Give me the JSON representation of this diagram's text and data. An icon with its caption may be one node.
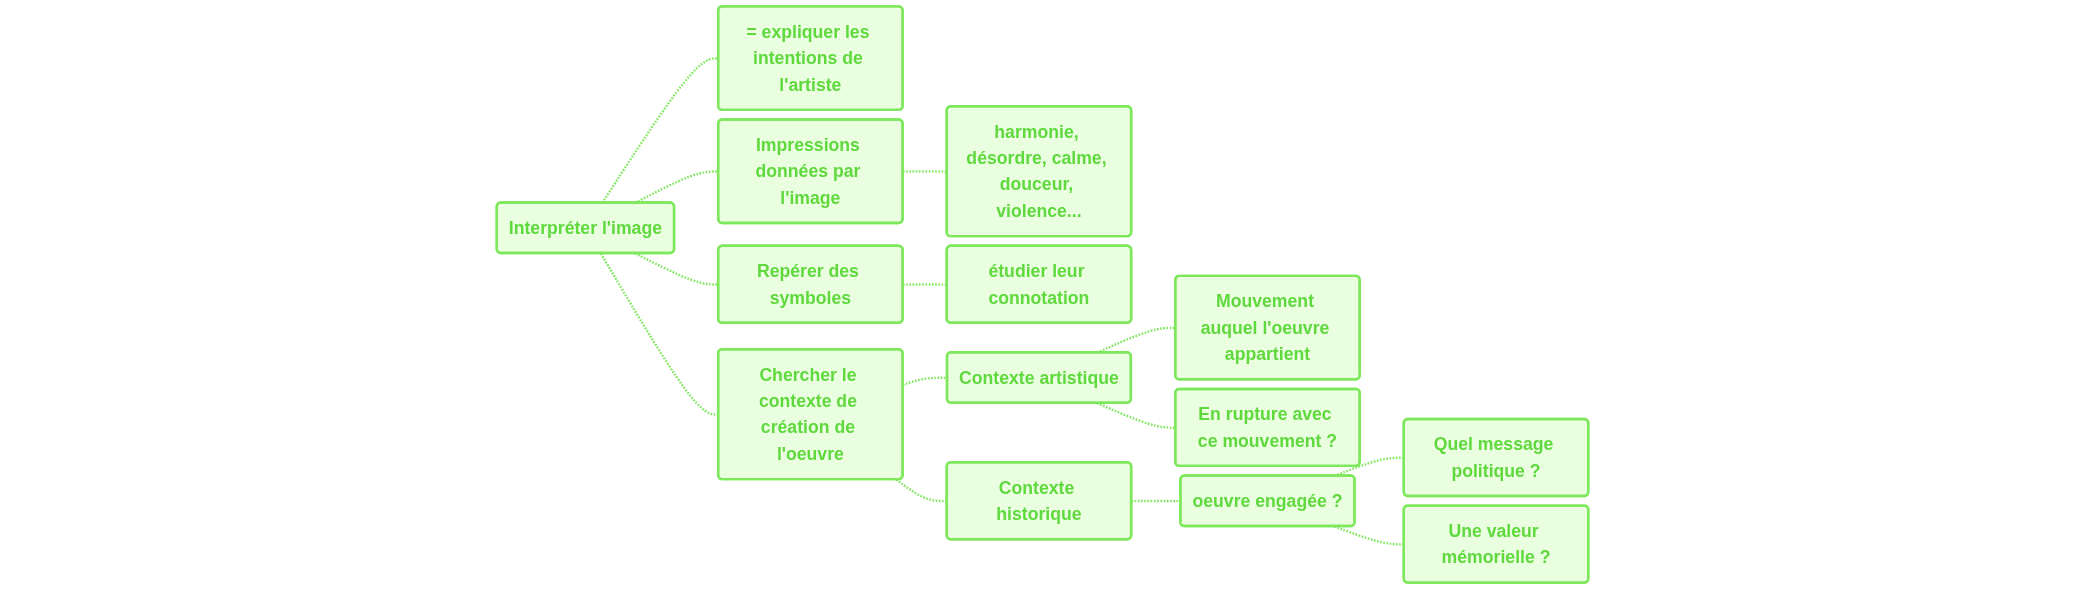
{
  "diagram": {
    "nodes": [
      {
        "text": [
          "Interpréter l'image"
        ]
      },
      {
        "text": [
          "= expliquer les intentions de l'artiste"
        ]
      },
      {
        "text": [
          "Impressions données par l'image"
        ]
      },
      {
        "text": [
          "harmonie, désordre, calme, douceur, violence..."
        ]
      },
      {
        "text": [
          "Repérer des symboles"
        ]
      },
      {
        "text": [
          "étudier leur connotation"
        ]
      },
      {
        "text": [
          "Chercher le contexte de création de l'oeuvre"
        ]
      },
      {
        "text": [
          "Contexte artistique"
        ]
      },
      {
        "text": [
          "Mouvement auquel l'oeuvre appartient"
        ]
      },
      {
        "text": [
          "En rupture avec ce mouvement ?"
        ]
      },
      {
        "text": [
          "Contexte historique"
        ]
      },
      {
        "text": [
          "oeuvre engagée ?"
        ]
      },
      {
        "text": [
          "Quel message politique ?"
        ]
      },
      {
        "text": [
          "Une valeur mémorielle ?"
        ]
      }
    ],
    "edges": [
      {
        "from": 0,
        "to": 1,
        "arrow": "none",
        "style": "dashed"
      },
      {
        "from": 0,
        "to": 2,
        "arrow": "none",
        "style": "dashed"
      },
      {
        "from": 2,
        "to": 3,
        "arrow": "none",
        "style": "dashed"
      },
      {
        "from": 0,
        "to": 4,
        "arrow": "none",
        "style": "dashed"
      },
      {
        "from": 4,
        "to": 5,
        "arrow": "none",
        "style": "dashed"
      },
      {
        "from": 0,
        "to": 6,
        "arrow": "none",
        "style": "dashed"
      },
      {
        "from": 6,
        "to": 7,
        "arrow": "none",
        "style": "dashed"
      },
      {
        "from": 7,
        "to": 8,
        "arrow": "none",
        "style": "dashed"
      },
      {
        "from": 7,
        "to": 9,
        "arrow": "none",
        "style": "dashed"
      },
      {
        "from": 6,
        "to": 10,
        "arrow": "none",
        "style": "dashed"
      },
      {
        "from": 10,
        "to": 11,
        "arrow": "none",
        "style": "dashed"
      },
      {
        "from": 11,
        "to": 12,
        "arrow": "none",
        "style": "dashed"
      },
      {
        "from": 11,
        "to": 13,
        "arrow": "none",
        "style": "dashed"
      }
    ]
  }
}
